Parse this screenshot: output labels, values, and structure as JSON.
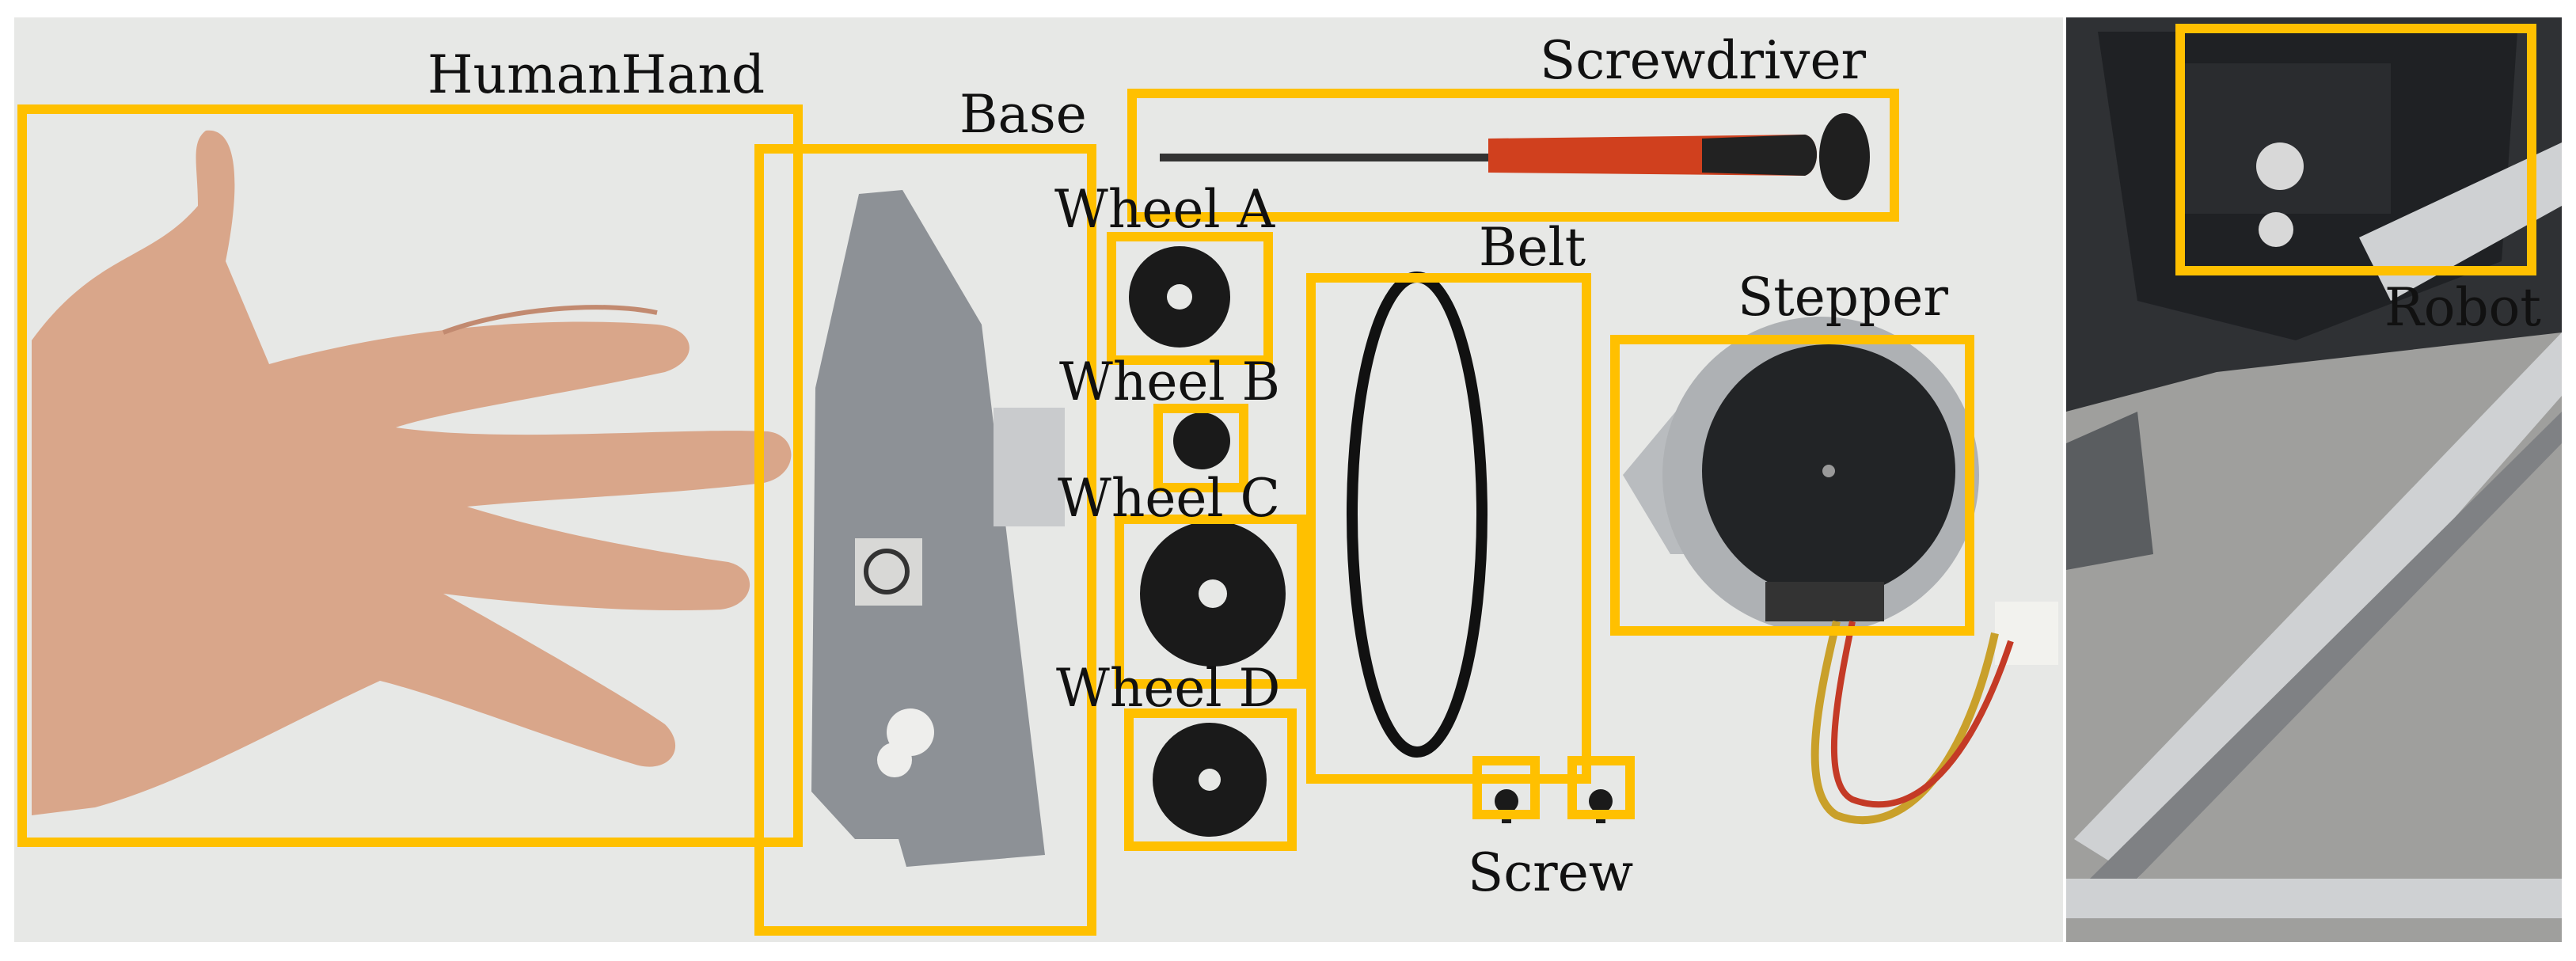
{
  "labels": {
    "human_hand": "HumanHand",
    "base": "Base",
    "screwdriver": "Screwdriver",
    "wheel_a": "Wheel A",
    "belt": "Belt",
    "stepper": "Stepper",
    "wheel_b": "Wheel B",
    "wheel_c": "Wheel C",
    "wheel_d": "Wheel D",
    "screw": "Screw",
    "robot": "Robot"
  },
  "colors": {
    "box": "#ffc000",
    "table": "#e7e8e6",
    "metal": "#8d9196",
    "gear": "#1a1a1a",
    "skin": "#d9a68a",
    "handle": "#d0401e",
    "robot_bg": "#3a3d40",
    "floor": "#a9a9a7",
    "rail": "#cfd1d3"
  }
}
